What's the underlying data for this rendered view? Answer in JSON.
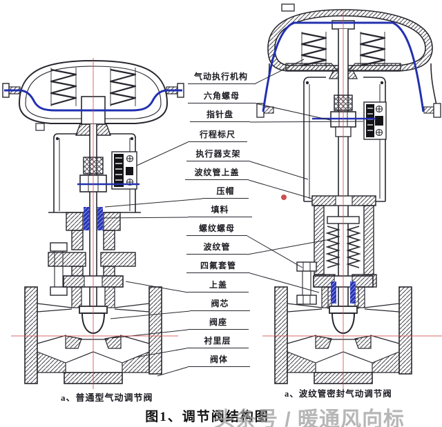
{
  "figure": {
    "title": "图1、调节阀结构图",
    "caption_left": "a、普通型气动调节阀",
    "caption_right": "a、波纹管密封气动调节阀",
    "watermark": "头条号 / 暖通风向标"
  },
  "labels": [
    {
      "text": "气动执行机构"
    },
    {
      "text": "六角螺母"
    },
    {
      "text": "指针盘"
    },
    {
      "text": "行程标尺"
    },
    {
      "text": "执行器支架"
    },
    {
      "text": "波纹管上盖"
    },
    {
      "text": "压帽"
    },
    {
      "text": "填料"
    },
    {
      "text": "螺纹螺母"
    },
    {
      "text": "波纹管"
    },
    {
      "text": "四氟套管"
    },
    {
      "text": "上盖"
    },
    {
      "text": "阀芯"
    },
    {
      "text": "阀座"
    },
    {
      "text": "衬里层"
    },
    {
      "text": "阀体"
    }
  ],
  "colors": {
    "line": "#26262e",
    "diaphragm_blue": "#2230b0",
    "seal_blue": "#2a35b5",
    "centerline_red": "#cf4444",
    "watermark_gray": "#9a9a9a"
  }
}
